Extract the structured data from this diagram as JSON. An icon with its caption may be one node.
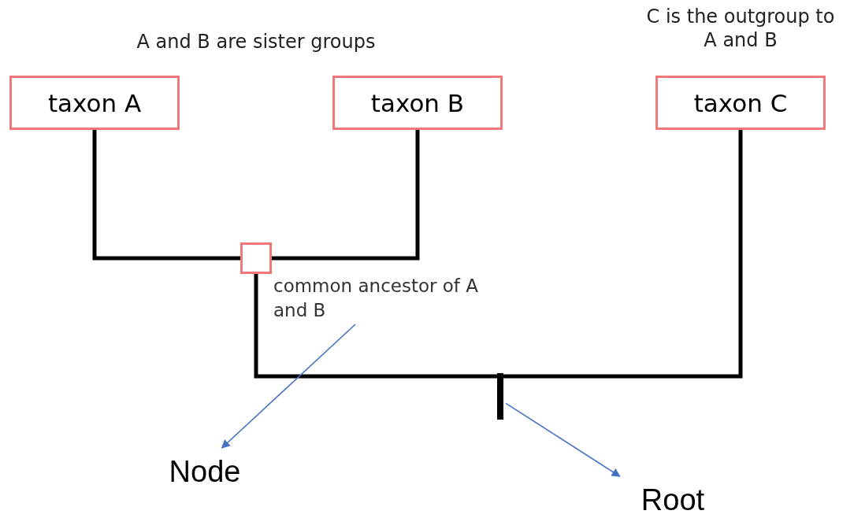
{
  "diagram": {
    "nodes": [
      {
        "text": [
          "taxon A"
        ]
      },
      {
        "text": [
          "taxon B"
        ]
      },
      {
        "text": [
          "taxon C"
        ]
      },
      {
        "text": [],
        "shape": "box"
      },
      {
        "text": [
          "common ancestor of A and B"
        ]
      },
      {
        "text": [
          "Node"
        ]
      },
      {
        "text": [
          "Root"
        ]
      },
      {
        "text": [],
        "shape": "bar"
      }
    ],
    "edges": [
      {
        "from": 0,
        "to": 3,
        "arrow": "none"
      },
      {
        "from": 1,
        "to": 3,
        "arrow": "none"
      },
      {
        "from": 3,
        "to": 7,
        "arrow": "none"
      },
      {
        "from": 2,
        "to": 7,
        "arrow": "none"
      },
      {
        "from": 4,
        "to": 5,
        "arrow": "to",
        "color": "#4472c4"
      },
      {
        "from": 7,
        "to": 6,
        "arrow": "to",
        "color": "#4472c4"
      }
    ],
    "labels": [
      "A and B are sister groups",
      "C is the outgroup to A and B"
    ]
  }
}
